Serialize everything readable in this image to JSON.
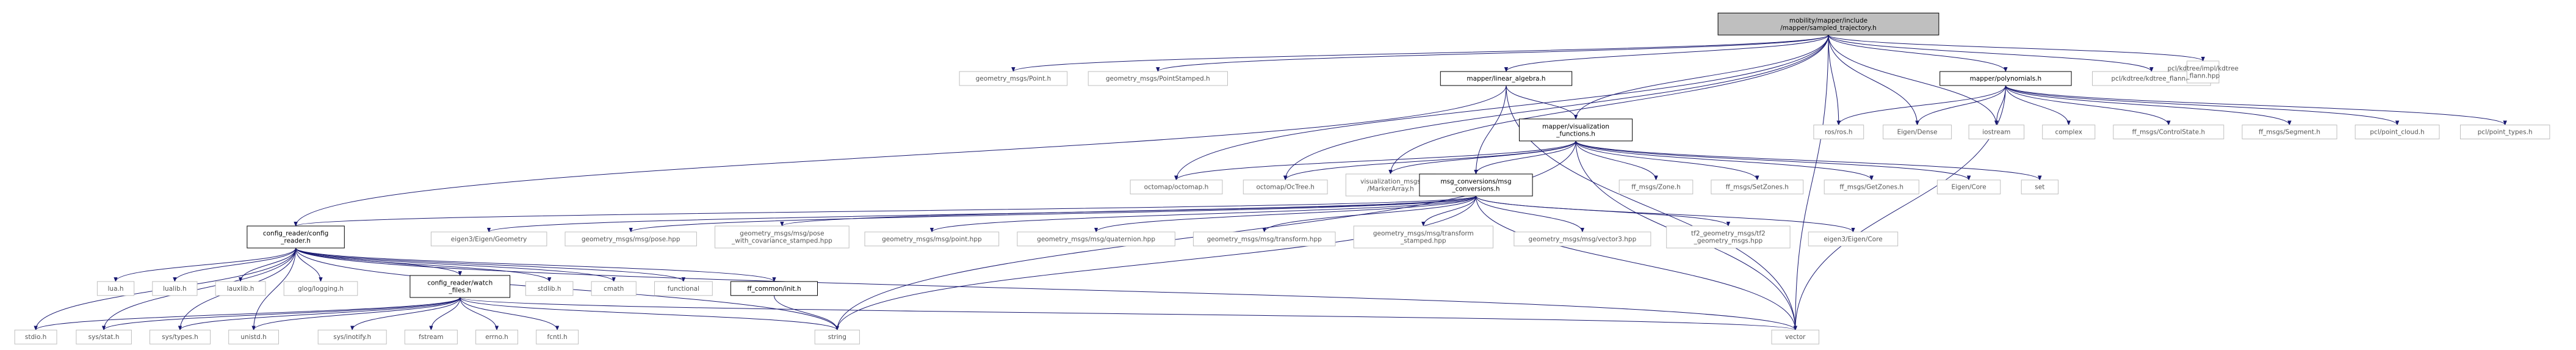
{
  "colors": {
    "edge": "#191970",
    "root_fill": "#bfbfbf",
    "root_border": "#000000",
    "local_fill": "#ffffff",
    "local_border": "#000000",
    "system_fill": "#ffffff",
    "system_border": "#bfbfbf",
    "system_text": "#555555"
  },
  "nodes": [
    {
      "id": "root",
      "kind": "root",
      "lines": [
        "mobility/mapper/include",
        "/mapper/sampled_trajectory.h"
      ]
    },
    {
      "id": "geom_point",
      "kind": "system",
      "lines": [
        "geometry_msgs/Point.h"
      ]
    },
    {
      "id": "geom_point_stamped",
      "kind": "system",
      "lines": [
        "geometry_msgs/PointStamped.h"
      ]
    },
    {
      "id": "linear_algebra",
      "kind": "local",
      "lines": [
        "mapper/linear_algebra.h"
      ]
    },
    {
      "id": "polynomials",
      "kind": "local",
      "lines": [
        "mapper/polynomials.h"
      ]
    },
    {
      "id": "kdtree_flann",
      "kind": "system",
      "lines": [
        "pcl/kdtree/kdtree_flann.h"
      ]
    },
    {
      "id": "kdtree_flann_hpp",
      "kind": "system",
      "lines": [
        "pcl/kdtree/impl/kdtree",
        "_flann.hpp"
      ]
    },
    {
      "id": "ros",
      "kind": "system",
      "lines": [
        "ros/ros.h"
      ]
    },
    {
      "id": "eigen_dense",
      "kind": "system",
      "lines": [
        "Eigen/Dense"
      ]
    },
    {
      "id": "iostream",
      "kind": "system",
      "lines": [
        "iostream"
      ]
    },
    {
      "id": "complex",
      "kind": "system",
      "lines": [
        "complex"
      ]
    },
    {
      "id": "ff_control_state",
      "kind": "system",
      "lines": [
        "ff_msgs/ControlState.h"
      ]
    },
    {
      "id": "ff_segment",
      "kind": "system",
      "lines": [
        "ff_msgs/Segment.h"
      ]
    },
    {
      "id": "pcl_point_cloud",
      "kind": "system",
      "lines": [
        "pcl/point_cloud.h"
      ]
    },
    {
      "id": "pcl_point_types",
      "kind": "system",
      "lines": [
        "pcl/point_types.h"
      ]
    },
    {
      "id": "visualization_functions",
      "kind": "local",
      "lines": [
        "mapper/visualization",
        "_functions.h"
      ]
    },
    {
      "id": "octomap",
      "kind": "system",
      "lines": [
        "octomap/octomap.h"
      ]
    },
    {
      "id": "octree",
      "kind": "system",
      "lines": [
        "octomap/OcTree.h"
      ]
    },
    {
      "id": "marker_array",
      "kind": "system",
      "lines": [
        "visualization_msgs",
        "/MarkerArray.h"
      ]
    },
    {
      "id": "msg_conversions",
      "kind": "local",
      "lines": [
        "msg_conversions/msg",
        "_conversions.h"
      ]
    },
    {
      "id": "ff_zone",
      "kind": "system",
      "lines": [
        "ff_msgs/Zone.h"
      ]
    },
    {
      "id": "ff_set_zones",
      "kind": "system",
      "lines": [
        "ff_msgs/SetZones.h"
      ]
    },
    {
      "id": "ff_get_zones",
      "kind": "system",
      "lines": [
        "ff_msgs/GetZones.h"
      ]
    },
    {
      "id": "eigen_core",
      "kind": "system",
      "lines": [
        "Eigen/Core"
      ]
    },
    {
      "id": "set",
      "kind": "system",
      "lines": [
        "set"
      ]
    },
    {
      "id": "config_reader",
      "kind": "local",
      "lines": [
        "config_reader/config",
        "_reader.h"
      ]
    },
    {
      "id": "eigen3_geometry",
      "kind": "system",
      "lines": [
        "eigen3/Eigen/Geometry"
      ]
    },
    {
      "id": "msg_pose",
      "kind": "system",
      "lines": [
        "geometry_msgs/msg/pose.hpp"
      ]
    },
    {
      "id": "msg_pose_cov",
      "kind": "system",
      "lines": [
        "geometry_msgs/msg/pose",
        "_with_covariance_stamped.hpp"
      ]
    },
    {
      "id": "msg_point",
      "kind": "system",
      "lines": [
        "geometry_msgs/msg/point.hpp"
      ]
    },
    {
      "id": "msg_quaternion",
      "kind": "system",
      "lines": [
        "geometry_msgs/msg/quaternion.hpp"
      ]
    },
    {
      "id": "msg_transform",
      "kind": "system",
      "lines": [
        "geometry_msgs/msg/transform.hpp"
      ]
    },
    {
      "id": "msg_transform_stamped",
      "kind": "system",
      "lines": [
        "geometry_msgs/msg/transform",
        "_stamped.hpp"
      ]
    },
    {
      "id": "msg_vector3",
      "kind": "system",
      "lines": [
        "geometry_msgs/msg/vector3.hpp"
      ]
    },
    {
      "id": "tf2_geometry",
      "kind": "system",
      "lines": [
        "tf2_geometry_msgs/tf2",
        "_geometry_msgs.hpp"
      ]
    },
    {
      "id": "eigen3_core",
      "kind": "system",
      "lines": [
        "eigen3/Eigen/Core"
      ]
    },
    {
      "id": "lua",
      "kind": "system",
      "lines": [
        "lua.h"
      ]
    },
    {
      "id": "lualib",
      "kind": "system",
      "lines": [
        "lualib.h"
      ]
    },
    {
      "id": "lauxlib",
      "kind": "system",
      "lines": [
        "lauxlib.h"
      ]
    },
    {
      "id": "glog",
      "kind": "system",
      "lines": [
        "glog/logging.h"
      ]
    },
    {
      "id": "watch_files",
      "kind": "local",
      "lines": [
        "config_reader/watch",
        "_files.h"
      ]
    },
    {
      "id": "stdlib",
      "kind": "system",
      "lines": [
        "stdlib.h"
      ]
    },
    {
      "id": "cmath",
      "kind": "system",
      "lines": [
        "cmath"
      ]
    },
    {
      "id": "functional",
      "kind": "system",
      "lines": [
        "functional"
      ]
    },
    {
      "id": "ff_common_init",
      "kind": "local",
      "lines": [
        "ff_common/init.h"
      ]
    },
    {
      "id": "stdio",
      "kind": "system",
      "lines": [
        "stdio.h"
      ]
    },
    {
      "id": "sys_stat",
      "kind": "system",
      "lines": [
        "sys/stat.h"
      ]
    },
    {
      "id": "sys_types",
      "kind": "system",
      "lines": [
        "sys/types.h"
      ]
    },
    {
      "id": "unistd",
      "kind": "system",
      "lines": [
        "unistd.h"
      ]
    },
    {
      "id": "sys_inotify",
      "kind": "system",
      "lines": [
        "sys/inotify.h"
      ]
    },
    {
      "id": "fstream",
      "kind": "system",
      "lines": [
        "fstream"
      ]
    },
    {
      "id": "errno",
      "kind": "system",
      "lines": [
        "errno.h"
      ]
    },
    {
      "id": "fcntl",
      "kind": "system",
      "lines": [
        "fcntl.h"
      ]
    },
    {
      "id": "string",
      "kind": "system",
      "lines": [
        "string"
      ]
    },
    {
      "id": "vector",
      "kind": "system",
      "lines": [
        "vector"
      ]
    }
  ],
  "edges": [
    [
      "root",
      "geom_point"
    ],
    [
      "root",
      "geom_point_stamped"
    ],
    [
      "root",
      "linear_algebra"
    ],
    [
      "root",
      "polynomials"
    ],
    [
      "root",
      "kdtree_flann"
    ],
    [
      "root",
      "kdtree_flann_hpp"
    ],
    [
      "root",
      "ros"
    ],
    [
      "root",
      "eigen_dense"
    ],
    [
      "root",
      "iostream"
    ],
    [
      "root",
      "visualization_functions"
    ],
    [
      "root",
      "octomap"
    ],
    [
      "root",
      "octree"
    ],
    [
      "root",
      "marker_array"
    ],
    [
      "root",
      "vector"
    ],
    [
      "linear_algebra",
      "visualization_functions"
    ],
    [
      "linear_algebra",
      "msg_conversions"
    ],
    [
      "linear_algebra",
      "config_reader"
    ],
    [
      "linear_algebra",
      "vector"
    ],
    [
      "polynomials",
      "ros"
    ],
    [
      "polynomials",
      "eigen_dense"
    ],
    [
      "polynomials",
      "iostream"
    ],
    [
      "polynomials",
      "complex"
    ],
    [
      "polynomials",
      "ff_control_state"
    ],
    [
      "polynomials",
      "ff_segment"
    ],
    [
      "polynomials",
      "pcl_point_cloud"
    ],
    [
      "polynomials",
      "pcl_point_types"
    ],
    [
      "polynomials",
      "vector"
    ],
    [
      "visualization_functions",
      "octomap"
    ],
    [
      "visualization_functions",
      "octree"
    ],
    [
      "visualization_functions",
      "marker_array"
    ],
    [
      "visualization_functions",
      "msg_conversions"
    ],
    [
      "visualization_functions",
      "ff_zone"
    ],
    [
      "visualization_functions",
      "ff_set_zones"
    ],
    [
      "visualization_functions",
      "ff_get_zones"
    ],
    [
      "visualization_functions",
      "eigen_core"
    ],
    [
      "visualization_functions",
      "set"
    ],
    [
      "visualization_functions",
      "string"
    ],
    [
      "visualization_functions",
      "vector"
    ],
    [
      "msg_conversions",
      "config_reader"
    ],
    [
      "msg_conversions",
      "eigen3_geometry"
    ],
    [
      "msg_conversions",
      "msg_pose"
    ],
    [
      "msg_conversions",
      "msg_pose_cov"
    ],
    [
      "msg_conversions",
      "msg_point"
    ],
    [
      "msg_conversions",
      "msg_quaternion"
    ],
    [
      "msg_conversions",
      "msg_transform"
    ],
    [
      "msg_conversions",
      "msg_transform_stamped"
    ],
    [
      "msg_conversions",
      "msg_vector3"
    ],
    [
      "msg_conversions",
      "tf2_geometry"
    ],
    [
      "msg_conversions",
      "eigen3_core"
    ],
    [
      "msg_conversions",
      "string"
    ],
    [
      "msg_conversions",
      "vector"
    ],
    [
      "config_reader",
      "lua"
    ],
    [
      "config_reader",
      "lualib"
    ],
    [
      "config_reader",
      "lauxlib"
    ],
    [
      "config_reader",
      "glog"
    ],
    [
      "config_reader",
      "watch_files"
    ],
    [
      "config_reader",
      "stdlib"
    ],
    [
      "config_reader",
      "cmath"
    ],
    [
      "config_reader",
      "functional"
    ],
    [
      "config_reader",
      "ff_common_init"
    ],
    [
      "config_reader",
      "stdio"
    ],
    [
      "config_reader",
      "sys_stat"
    ],
    [
      "config_reader",
      "sys_types"
    ],
    [
      "config_reader",
      "unistd"
    ],
    [
      "config_reader",
      "string"
    ],
    [
      "config_reader",
      "vector"
    ],
    [
      "watch_files",
      "stdio"
    ],
    [
      "watch_files",
      "sys_stat"
    ],
    [
      "watch_files",
      "sys_types"
    ],
    [
      "watch_files",
      "unistd"
    ],
    [
      "watch_files",
      "sys_inotify"
    ],
    [
      "watch_files",
      "fstream"
    ],
    [
      "watch_files",
      "errno"
    ],
    [
      "watch_files",
      "fcntl"
    ],
    [
      "watch_files",
      "string"
    ],
    [
      "watch_files",
      "vector"
    ],
    [
      "ff_common_init",
      "string"
    ]
  ]
}
